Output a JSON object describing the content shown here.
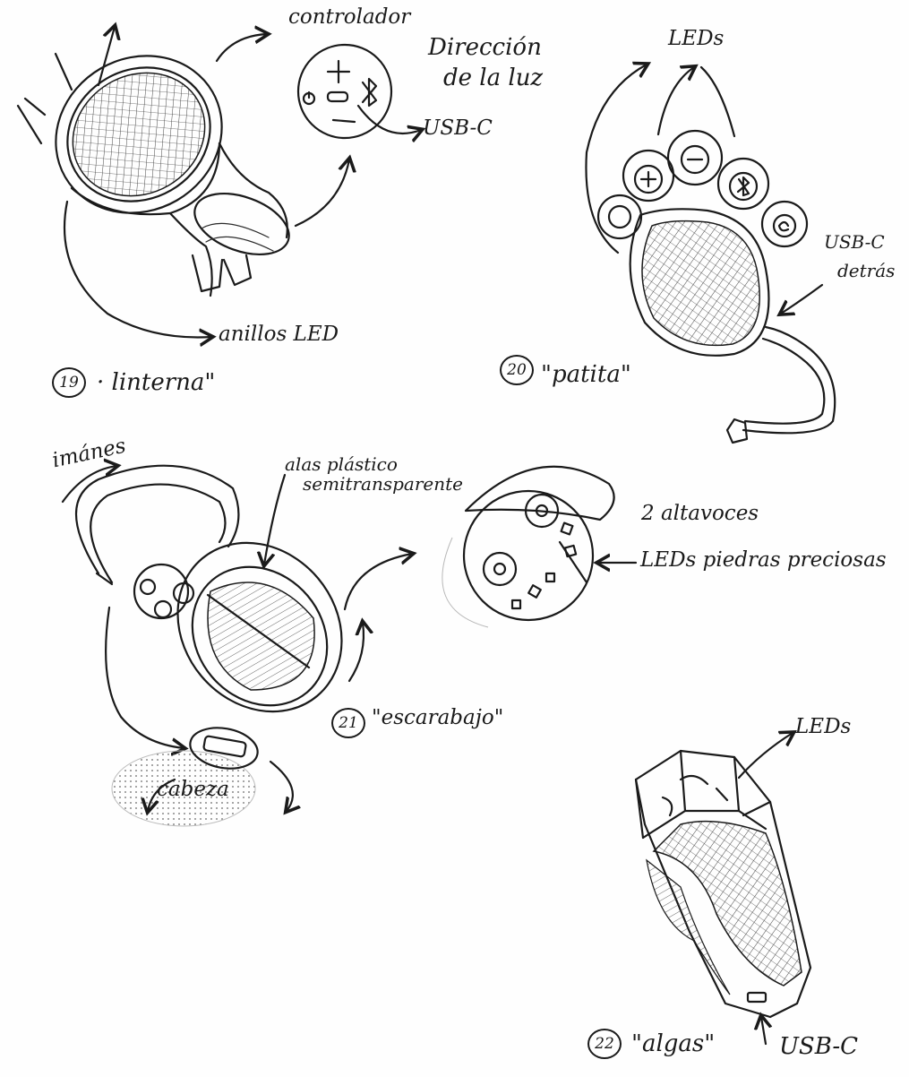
{
  "sketches": [
    {
      "number": "19",
      "name": "· linterna\"",
      "labels": {
        "controller": "controlador",
        "light_direction_1": "Dirección",
        "light_direction_2": "de la luz",
        "usb": "USB-C",
        "led_rings": "anillos LED"
      },
      "icons": [
        "plus-icon",
        "minus-icon",
        "power-icon",
        "bluetooth-icon",
        "usb-port-icon"
      ]
    },
    {
      "number": "20",
      "name": "\"patita\"",
      "labels": {
        "leds": "LEDs",
        "usb_1": "USB-C",
        "usb_2": "detrás"
      },
      "icons": [
        "power-icon",
        "plus-icon",
        "minus-icon",
        "bluetooth-icon",
        "swirl-icon"
      ]
    },
    {
      "number": "21",
      "name": "\"escarabajo\"",
      "labels": {
        "magnets": "imánes",
        "wings_1": "alas plástico",
        "wings_2": "semitransparente",
        "speakers": "2 altavoces",
        "led_gems": "LEDs piedras preciosas",
        "head": "cabeza"
      }
    },
    {
      "number": "22",
      "name": "\"algas\"",
      "labels": {
        "leds": "LEDs",
        "usb": "USB-C"
      }
    }
  ],
  "colors": {
    "ink": "#1a1a1a",
    "paper": "#fefefe"
  }
}
